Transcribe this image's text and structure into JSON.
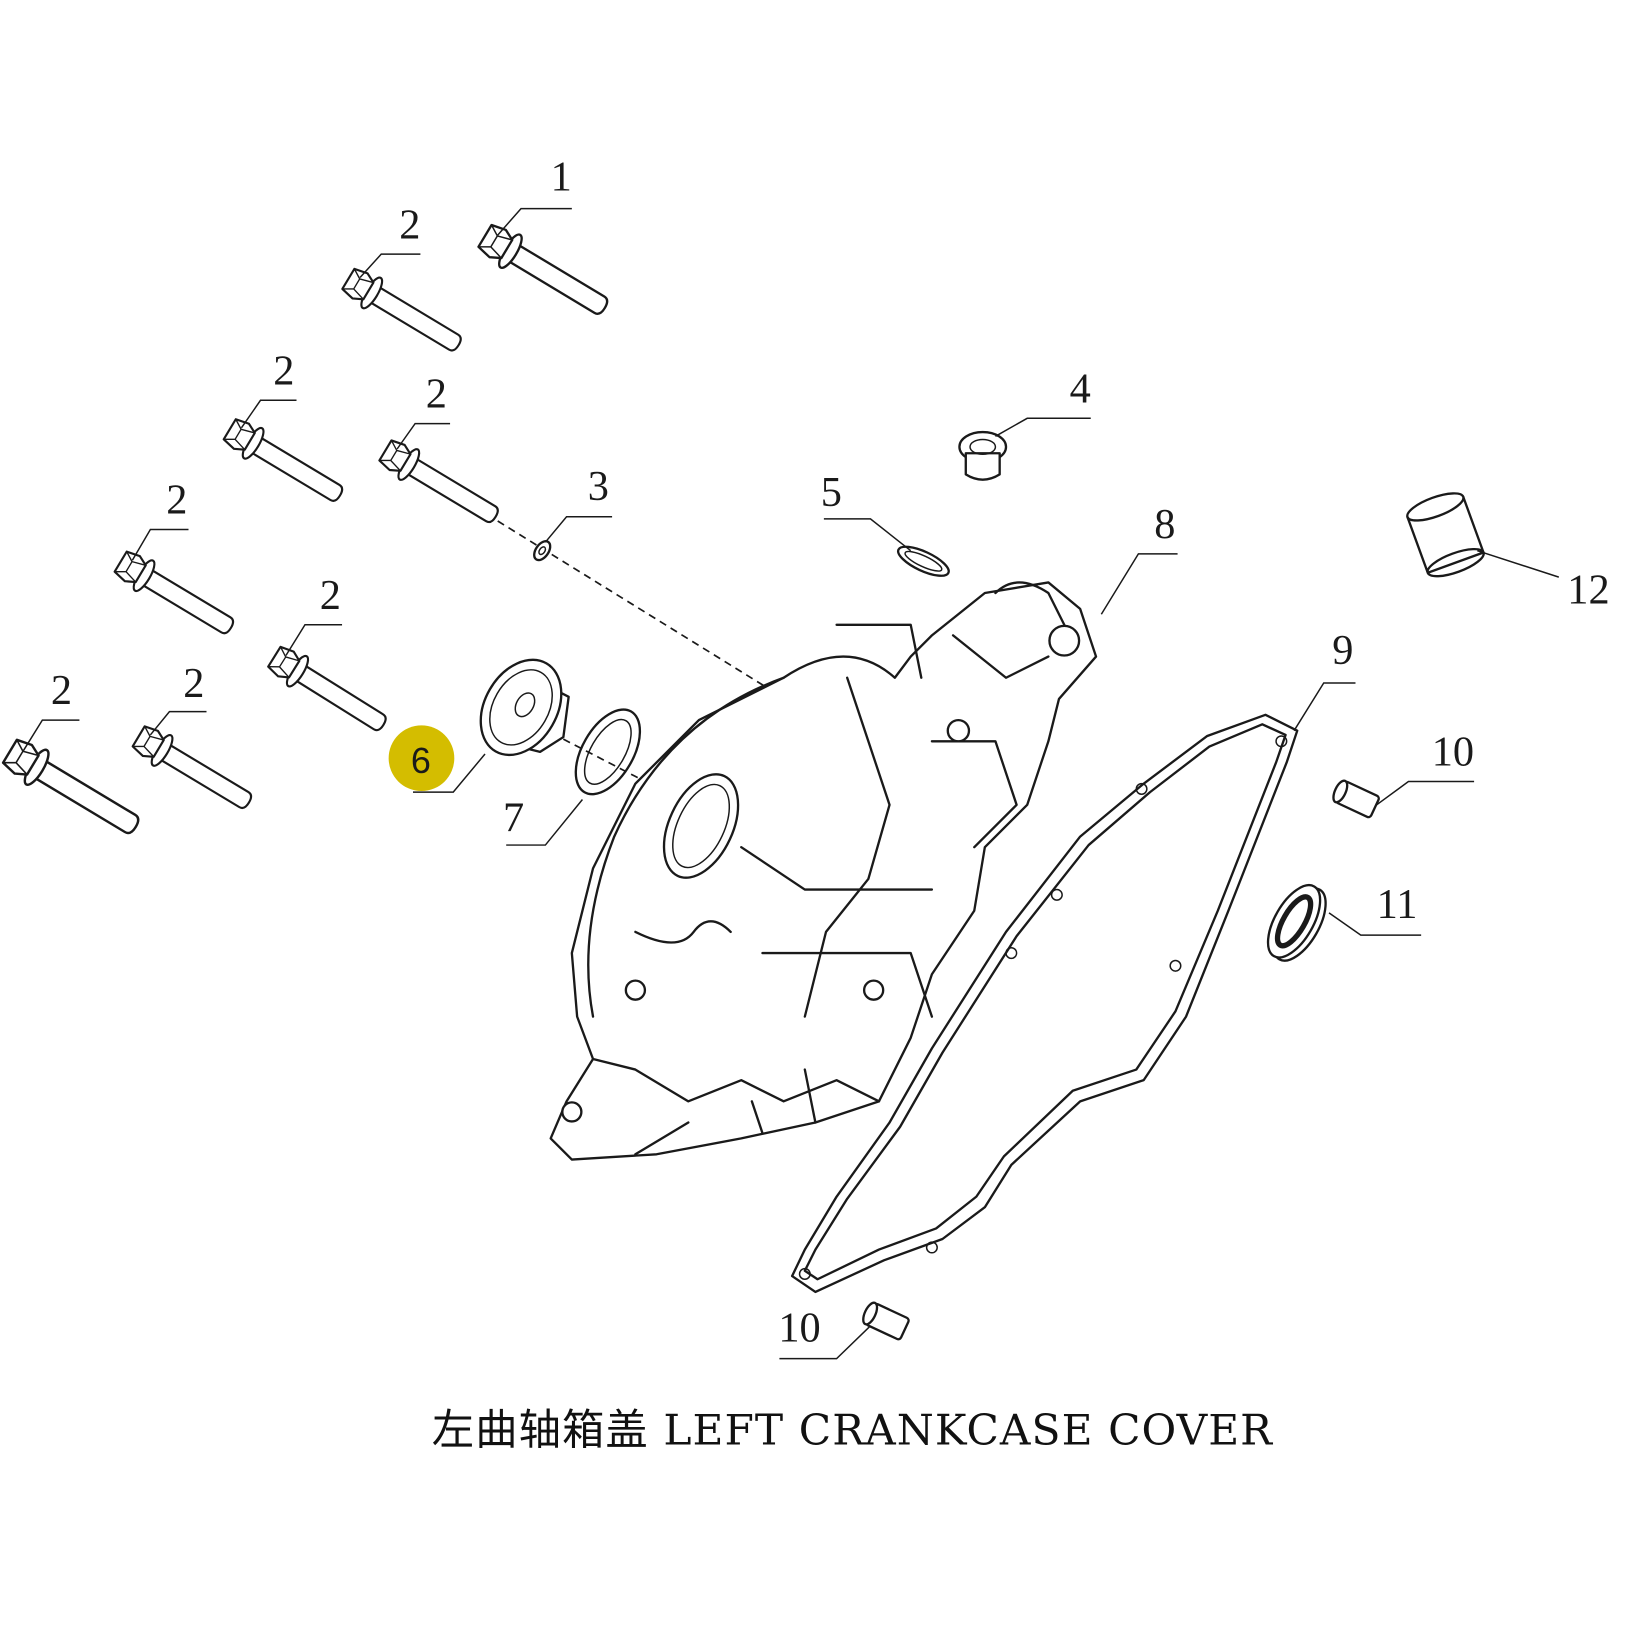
{
  "diagram": {
    "title": "左曲轴箱盖 LEFT CRANKCASE COVER",
    "highlight_color": "#d4bd00",
    "highlighted_part": "6",
    "callouts": {
      "p1": "1",
      "p2a": "2",
      "p2b": "2",
      "p2c": "2",
      "p2d": "2",
      "p2e": "2",
      "p2f": "2",
      "p2g": "2",
      "p3": "3",
      "p4": "4",
      "p5": "5",
      "p6": "6",
      "p7": "7",
      "p8": "8",
      "p9": "9",
      "p10a": "10",
      "p10b": "10",
      "p11": "11",
      "p12": "12"
    }
  }
}
